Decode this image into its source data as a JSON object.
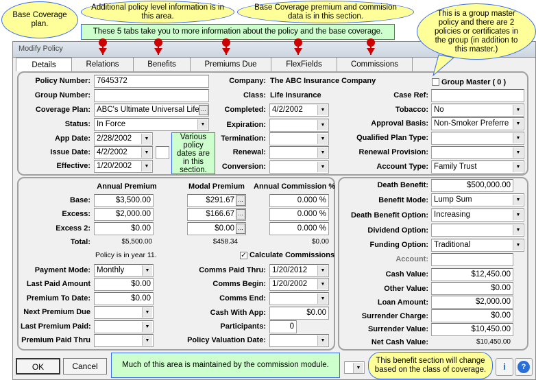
{
  "window": {
    "title": "Modify Policy"
  },
  "tabs": [
    "Details",
    "Relations",
    "Benefits",
    "Premiums Due",
    "FlexFields",
    "Commissions"
  ],
  "policy": {
    "policy_number_label": "Policy Number:",
    "policy_number": "7645372",
    "group_number_label": "Group Number:",
    "group_number": "",
    "coverage_plan_label": "Coverage Plan:",
    "coverage_plan": "ABC's Ultimate Universal Life",
    "status_label": "Status:",
    "status": "In Force",
    "app_date_label": "App Date:",
    "app_date": "2/28/2002",
    "issue_date_label": "Issue Date:",
    "issue_date": "4/2/2002",
    "effective_label": "Effective:",
    "effective": "1/20/2002",
    "company_label": "Company:",
    "company": "The ABC Insurance Company",
    "class_label": "Class:",
    "class": "Life Insurance",
    "completed_label": "Completed:",
    "completed": "4/2/2002",
    "expiration_label": "Expiration:",
    "termination_label": "Termination:",
    "renewal_label": "Renewal:",
    "conversion_label": "Conversion:",
    "group_master_label": "Group Master ( 0 )",
    "group_master_checked": false,
    "case_ref_label": "Case Ref:",
    "case_ref": "",
    "tobacco_label": "Tobacco:",
    "tobacco": "No",
    "approval_basis_label": "Approval Basis:",
    "approval_basis": "Non-Smoker Preferre",
    "qualified_plan_label": "Qualified Plan Type:",
    "renewal_provision_label": "Renewal Provision:",
    "account_type_label": "Account Type:",
    "account_type": "Family Trust"
  },
  "premium": {
    "headers": [
      "Annual Premium",
      "Modal Premium",
      "Annual Commission %"
    ],
    "rows": [
      {
        "label": "Base:",
        "annual": "$3,500.00",
        "modal": "$291.67",
        "commission": "0.000 %"
      },
      {
        "label": "Excess:",
        "annual": "$2,000.00",
        "modal": "$166.67",
        "commission": "0.000 %"
      },
      {
        "label": "Excess 2:",
        "annual": "$0.00",
        "modal": "$0.00",
        "commission": "0.000 %"
      }
    ],
    "total_label": "Total:",
    "total_annual": "$5,500.00",
    "total_modal": "$458.34",
    "total_commission": "$0.00",
    "policy_year": "Policy is in year 11.",
    "calc_commissions_label": "Calculate Commissions",
    "calc_commissions_checked": true,
    "payment_mode_label": "Payment Mode:",
    "payment_mode": "Monthly",
    "last_paid_amount_label": "Last Paid Amount",
    "last_paid_amount": "$0.00",
    "premium_to_date_label": "Premium To Date:",
    "premium_to_date": "$0.00",
    "next_premium_due_label": "Next Premium Due",
    "last_premium_paid_label": "Last Premium Paid:",
    "premium_paid_thru_label": "Premium Paid Thru",
    "comms_paid_thru_label": "Comms Paid Thru:",
    "comms_paid_thru": "1/20/2012",
    "comms_begin_label": "Comms Begin:",
    "comms_begin": "1/20/2002",
    "comms_end_label": "Comms End:",
    "cash_with_app_label": "Cash With App:",
    "cash_with_app": "$0.00",
    "participants_label": "Participants:",
    "participants": "0",
    "valuation_date_label": "Policy Valuation Date:"
  },
  "benefit": {
    "death_benefit_label": "Death Benefit:",
    "death_benefit": "$500,000.00",
    "benefit_mode_label": "Benefit Mode:",
    "benefit_mode": "Lump Sum",
    "db_option_label": "Death Benefit Option:",
    "db_option": "Increasing",
    "dividend_option_label": "Dividend Option:",
    "funding_option_label": "Funding Option:",
    "funding_option": "Traditional",
    "account_label": "Account:",
    "account": "",
    "cash_value_label": "Cash Value:",
    "cash_value": "$12,450.00",
    "other_value_label": "Other Value:",
    "other_value": "$0.00",
    "loan_amount_label": "Loan Amount:",
    "loan_amount": "$2,000.00",
    "surrender_charge_label": "Surrender Charge:",
    "surrender_charge": "$0.00",
    "surrender_value_label": "Surrender Value:",
    "surrender_value": "$10,450.00",
    "net_cash_value_label": "Net Cash Value:",
    "net_cash_value": "$10,450.00"
  },
  "footer": {
    "ok": "OK",
    "cancel": "Cancel"
  },
  "callouts": {
    "tabs_note": "These 5 tabs take you to more information about the policy and the base coverage.",
    "group_master": "This is a group master policy and there are 2 policies or certificates in the group (in addition to this master.)",
    "coverage_plan": "Base Coverage plan.",
    "dates": "Various policy dates are in this section.",
    "additional": "Additional policy level information is in this area.",
    "premium": "Base Coverage premium and commision data is in this section.",
    "commission_module": "Much of this area is maintained by the commission module.",
    "benefit": "This benefit section will change based on the class of coverage."
  },
  "colors": {
    "callout_yellow": "#ffff99",
    "note_green": "#ccffcc",
    "arrow_red": "#cc0000",
    "border_blue": "#3a6cf0"
  }
}
